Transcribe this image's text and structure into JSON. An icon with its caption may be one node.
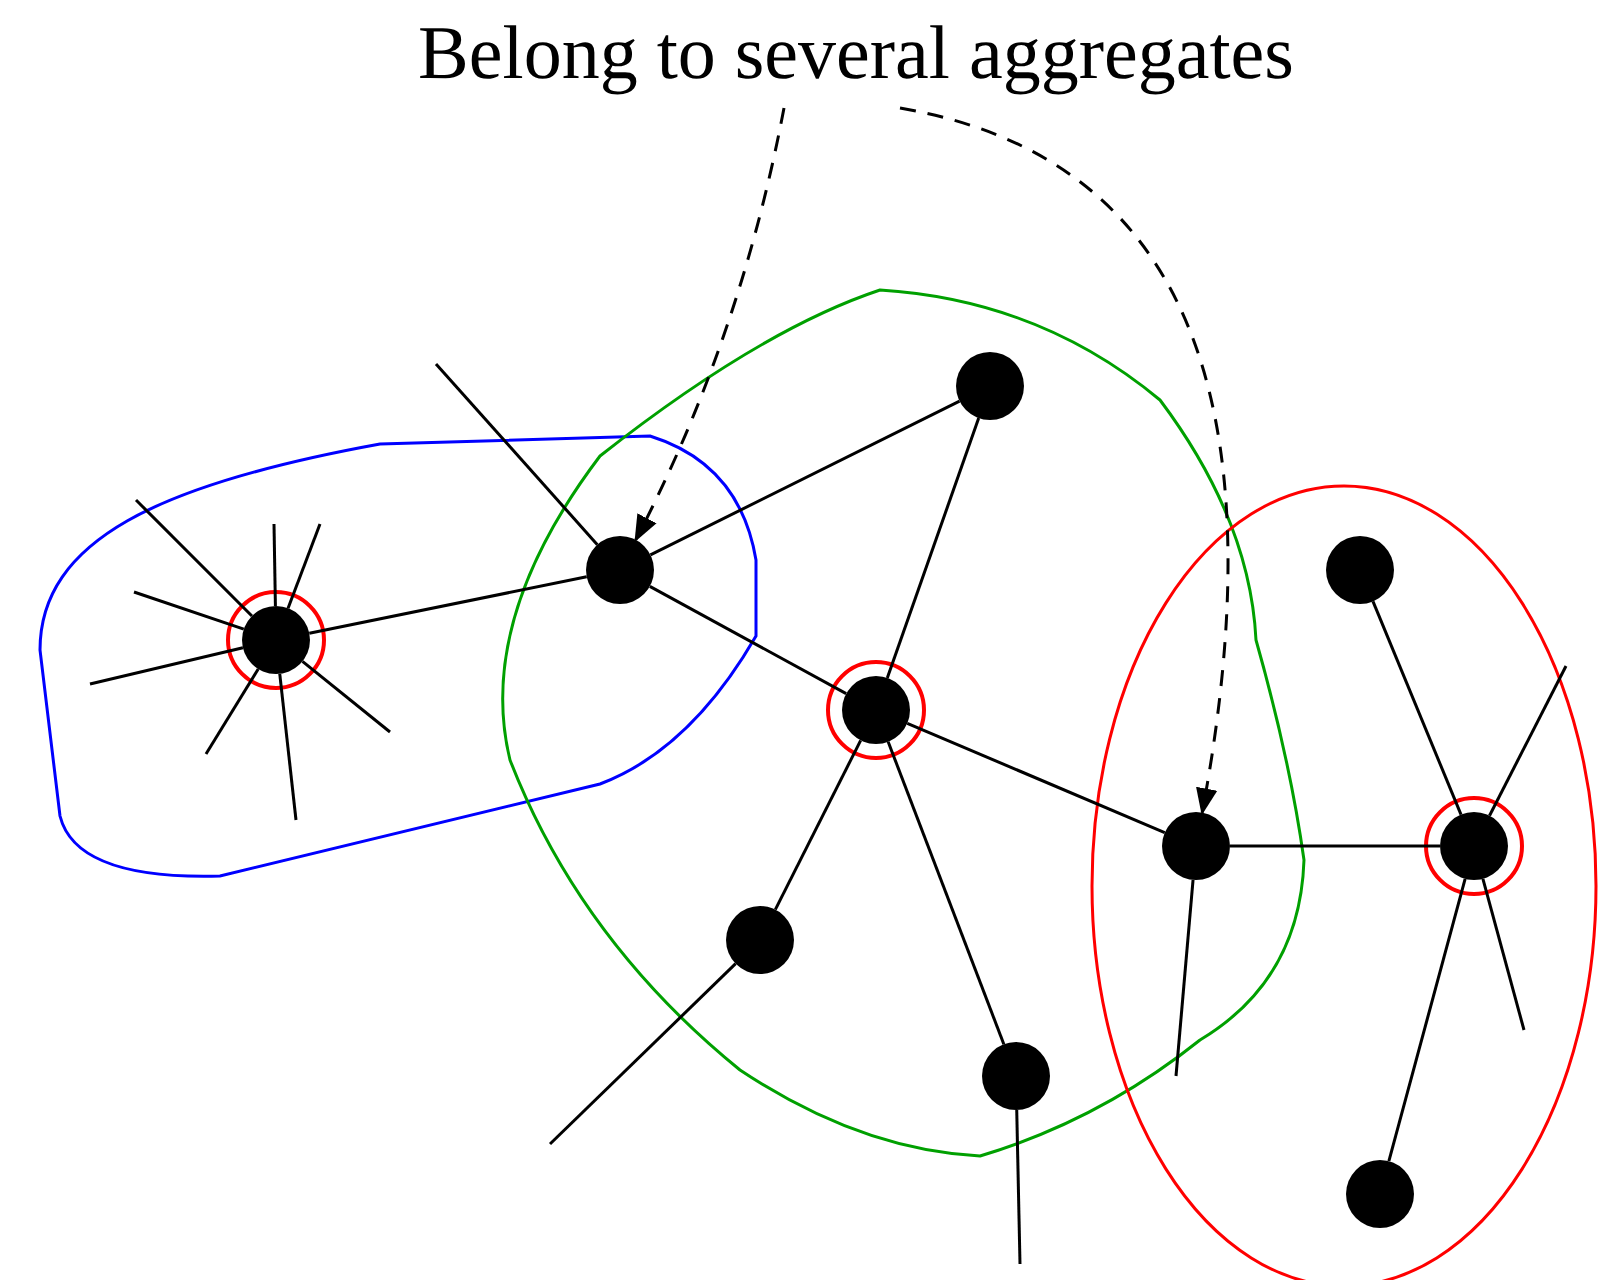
{
  "diagram": {
    "nodes": [
      {
        "text": [
          "Belong to several aggregates"
        ]
      },
      {
        "text": [],
        "shape": "circle"
      },
      {
        "text": [],
        "shape": "circle"
      },
      {
        "text": [],
        "shape": "circle"
      },
      {
        "text": [],
        "shape": "circle"
      },
      {
        "text": [],
        "shape": "circle"
      },
      {
        "text": [],
        "shape": "circle"
      },
      {
        "text": [],
        "shape": "circle"
      },
      {
        "text": [],
        "shape": "circle"
      },
      {
        "text": [],
        "shape": "circle"
      },
      {
        "text": [],
        "shape": "circle"
      }
    ],
    "edges": [
      {
        "from": 0,
        "to": 2,
        "arrow": "to",
        "style": "dashed"
      },
      {
        "from": 0,
        "to": 7,
        "arrow": "to",
        "style": "dashed"
      },
      {
        "from": 1,
        "to": 2,
        "arrow": "none"
      },
      {
        "from": 2,
        "to": 3,
        "arrow": "none"
      },
      {
        "from": 2,
        "to": 4,
        "arrow": "none"
      },
      {
        "from": 3,
        "to": 4,
        "arrow": "none"
      },
      {
        "from": 4,
        "to": 5,
        "arrow": "none"
      },
      {
        "from": 4,
        "to": 6,
        "arrow": "none"
      },
      {
        "from": 4,
        "to": 7,
        "arrow": "none"
      },
      {
        "from": 7,
        "to": 9,
        "arrow": "none"
      },
      {
        "from": 8,
        "to": 9,
        "arrow": "none"
      },
      {
        "from": 9,
        "to": 10,
        "arrow": "none"
      },
      {
        "from": 1,
        "to": null,
        "arrow": "none"
      },
      {
        "from": 1,
        "to": null,
        "arrow": "none"
      },
      {
        "from": 1,
        "to": null,
        "arrow": "none"
      },
      {
        "from": 1,
        "to": null,
        "arrow": "none"
      },
      {
        "from": 1,
        "to": null,
        "arrow": "none"
      },
      {
        "from": 1,
        "to": null,
        "arrow": "none"
      },
      {
        "from": 1,
        "to": null,
        "arrow": "none"
      },
      {
        "from": 1,
        "to": null,
        "arrow": "none"
      },
      {
        "from": 2,
        "to": null,
        "arrow": "none"
      },
      {
        "from": 5,
        "to": null,
        "arrow": "none"
      },
      {
        "from": 6,
        "to": null,
        "arrow": "none"
      },
      {
        "from": 7,
        "to": null,
        "arrow": "none"
      },
      {
        "from": 9,
        "to": null,
        "arrow": "none"
      },
      {
        "from": 9,
        "to": null,
        "arrow": "none"
      }
    ]
  }
}
